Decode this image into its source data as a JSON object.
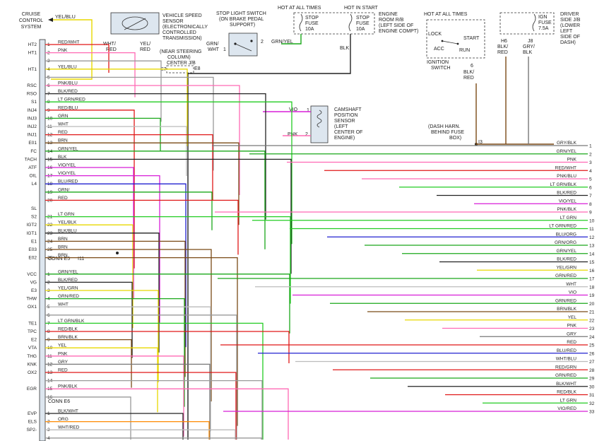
{
  "ecm": {
    "top_label": [
      "CRUISE",
      "CONTROL",
      "SYSTEM"
    ],
    "top_wire": "YEL/BLU",
    "connectors": [
      "CONN E5",
      "CONN E6"
    ],
    "rows": [
      {
        "label": "HT2",
        "pin": "1",
        "wire": "RED/WHT"
      },
      {
        "label": "HT1",
        "pin": "2",
        "wire": "PNK"
      },
      {
        "label": "",
        "pin": "3",
        "wire": ""
      },
      {
        "label": "HT1",
        "pin": "4",
        "wire": "YEL/BLU"
      },
      {
        "label": "",
        "pin": "5",
        "wire": ""
      },
      {
        "label": "RSC",
        "pin": "6",
        "wire": "PNK/BLU"
      },
      {
        "label": "RSO",
        "pin": "7",
        "wire": "BLK/RED"
      },
      {
        "label": "S1",
        "pin": "8",
        "wire": "LT GRN/RED"
      },
      {
        "label": "INJ4",
        "pin": "9",
        "wire": "RED/BLU"
      },
      {
        "label": "INJ3",
        "pin": "10",
        "wire": "GRN"
      },
      {
        "label": "INJ2",
        "pin": "11",
        "wire": "WHT"
      },
      {
        "label": "INJ1",
        "pin": "12",
        "wire": "RED"
      },
      {
        "label": "E01",
        "pin": "13",
        "wire": "BRN"
      },
      {
        "label": "FC",
        "pin": "14",
        "wire": "GRN/YEL"
      },
      {
        "label": "TACH",
        "pin": "15",
        "wire": "BLK"
      },
      {
        "label": "ATF",
        "pin": "16",
        "wire": "VIO/YEL"
      },
      {
        "label": "OIL",
        "pin": "17",
        "wire": "VIO/YEL"
      },
      {
        "label": "L4",
        "pin": "18",
        "wire": "BLU/RED"
      },
      {
        "label": "",
        "pin": "19",
        "wire": "GRN/"
      },
      {
        "label": "",
        "pin": "20",
        "wire": "RED"
      },
      {
        "label": "SL",
        "pin": "",
        "wire": ""
      },
      {
        "label": "S2",
        "pin": "21",
        "wire": "LT GRN"
      },
      {
        "label": "IGT2",
        "pin": "22",
        "wire": "YEL/BLK"
      },
      {
        "label": "IGT1",
        "pin": "23",
        "wire": "BLK/BLU"
      },
      {
        "label": "E1",
        "pin": "24",
        "wire": "BRN"
      },
      {
        "label": "E03",
        "pin": "25",
        "wire": "BRN"
      },
      {
        "label": "E02",
        "pin": "26",
        "wire": "BRN"
      },
      {
        "label": "",
        "pin": "",
        "wire": ""
      },
      {
        "label": "VCC",
        "pin": "1",
        "wire": "GRN/YEL"
      },
      {
        "label": "VG",
        "pin": "2",
        "wire": "BLK/RED"
      },
      {
        "label": "E3",
        "pin": "3",
        "wire": "YEL/GRN"
      },
      {
        "label": "THW",
        "pin": "4",
        "wire": "GRN/RED"
      },
      {
        "label": "OX1",
        "pin": "5",
        "wire": "WHT"
      },
      {
        "label": "",
        "pin": "6",
        "wire": ""
      },
      {
        "label": "TE1",
        "pin": "7",
        "wire": "LT GRN/BLK"
      },
      {
        "label": "TPC",
        "pin": "8",
        "wire": "RED/BLK"
      },
      {
        "label": "E2",
        "pin": "9",
        "wire": "BRN/BLK"
      },
      {
        "label": "VTA",
        "pin": "10",
        "wire": "YEL"
      },
      {
        "label": "THG",
        "pin": "11",
        "wire": "PNK"
      },
      {
        "label": "KNK",
        "pin": "12",
        "wire": "GRY"
      },
      {
        "label": "OX2",
        "pin": "13",
        "wire": "RED"
      },
      {
        "label": "",
        "pin": "14",
        "wire": ""
      },
      {
        "label": "EGR",
        "pin": "15",
        "wire": "PNK/BLK"
      },
      {
        "label": "",
        "pin": "16",
        "wire": ""
      },
      {
        "label": "",
        "pin": "",
        "wire": ""
      },
      {
        "label": "EVP",
        "pin": "1",
        "wire": "BLK/WHT"
      },
      {
        "label": "ELS",
        "pin": "2",
        "wire": "ORG"
      },
      {
        "label": "SP2-",
        "pin": "3",
        "wire": "WHT/RED"
      },
      {
        "label": "",
        "pin": "4",
        "wire": ""
      }
    ]
  },
  "components": {
    "vss": {
      "label": [
        "VEHICLE SPEED",
        "SENSOR",
        "(ELECTRONICALLY",
        "CONTROLLED",
        "TRANSMISSION)"
      ],
      "wire_left": [
        "WHT/",
        "RED"
      ],
      "wire_right": [
        "YEL/",
        "RED"
      ]
    },
    "stop_switch": {
      "label": [
        "STOP LIGHT SWITCH",
        "(ON BRAKE PEDAL",
        "SUPPORT)"
      ],
      "wire_in": [
        "GRN/",
        "WHT"
      ],
      "wire_out": "GRN/YEL",
      "pin_in": "1",
      "pin_out": "2"
    },
    "center_jb": {
      "label": [
        "(NEAR STEERING",
        "COLUMN)",
        "CENTER J/B"
      ],
      "pins": [
        "E7",
        "E8"
      ]
    },
    "engine_rb": {
      "hot_all": "HOT AT ALL TIMES",
      "hot_start": "HOT IN START",
      "fuse1": [
        "STOP",
        "FUSE",
        "10A"
      ],
      "fuse2": [
        "STOP",
        "FUSE",
        "10A"
      ],
      "label": [
        "ENGINE",
        "ROOM R/B",
        "(LEFT SIDE OF",
        "ENGINE COMPT)"
      ],
      "wire": "BLK"
    },
    "ignition": {
      "hot": "HOT AT ALL TIMES",
      "positions": [
        "LOCK",
        "START",
        "ACC",
        "RUN"
      ],
      "label": [
        "IGNITION",
        "SWITCH"
      ],
      "pin": "6",
      "wire": [
        "BLK/",
        "RED"
      ]
    },
    "driver_jb": {
      "fuse": [
        "IGN",
        "FUSE",
        "7.5A"
      ],
      "label": [
        "DRIVER",
        "SIDE J/B",
        "(LOWER",
        "LEFT",
        "SIDE OF",
        "DASH)"
      ],
      "pins": [
        "H6",
        "J8"
      ],
      "wires": [
        [
          "BLK/",
          "RED"
        ],
        [
          "GRY/",
          "BLK"
        ]
      ]
    },
    "cam_sensor": {
      "label": [
        "CAMSHAFT",
        "POSITION",
        "SENSOR",
        "(LEFT",
        "CENTER OF",
        "ENGINE)"
      ],
      "wires": [
        "VIO",
        "PNK"
      ],
      "pins": [
        "1",
        "2"
      ]
    },
    "dash_harness": {
      "label": [
        "(DASH HARN.",
        "BEHIND FUSE",
        "BOX)"
      ],
      "pin": "I3"
    },
    "conn_i11": "I11"
  },
  "right_wires": [
    {
      "label": "GRY/BLK",
      "num": "1"
    },
    {
      "label": "GRN/YEL",
      "num": "2"
    },
    {
      "label": "PNK",
      "num": "3"
    },
    {
      "label": "RED/WHT",
      "num": "4"
    },
    {
      "label": "PNK/BLU",
      "num": "5"
    },
    {
      "label": "LT GRN/BLK",
      "num": "6"
    },
    {
      "label": "BLK/RED",
      "num": "7"
    },
    {
      "label": "VIO/YEL",
      "num": "8"
    },
    {
      "label": "PNK/BLK",
      "num": "9"
    },
    {
      "label": "LT GRN",
      "num": "10"
    },
    {
      "label": "LT GRN/RED",
      "num": "11"
    },
    {
      "label": "BLU/ORG",
      "num": "12"
    },
    {
      "label": "GRN/ORG",
      "num": "13"
    },
    {
      "label": "GRN/YEL",
      "num": "14"
    },
    {
      "label": "BLK/RED",
      "num": "15"
    },
    {
      "label": "YEL/GRN",
      "num": "16"
    },
    {
      "label": "GRN/RED",
      "num": "17"
    },
    {
      "label": "WHT",
      "num": "18"
    },
    {
      "label": "VIO",
      "num": "19"
    },
    {
      "label": "GRN/RED",
      "num": "20"
    },
    {
      "label": "BRN/BLK",
      "num": "21"
    },
    {
      "label": "YEL",
      "num": "22"
    },
    {
      "label": "PNK",
      "num": "23"
    },
    {
      "label": "GRY",
      "num": "24"
    },
    {
      "label": "RED",
      "num": "25"
    },
    {
      "label": "BLU/RED",
      "num": "26"
    },
    {
      "label": "WHT/BLU",
      "num": "27"
    },
    {
      "label": "RED/GRN",
      "num": "28"
    },
    {
      "label": "GRN/RED",
      "num": "29"
    },
    {
      "label": "BLK/WHT",
      "num": "30"
    },
    {
      "label": "RED/BLK",
      "num": "31"
    },
    {
      "label": "LT GRN",
      "num": "32"
    },
    {
      "label": "VIO/RED",
      "num": "33"
    }
  ],
  "colors": {
    "RED": "#e01818",
    "PNK": "#ff69b4",
    "YEL": "#e8d800",
    "GRN": "#1aa81a",
    "LTGRN": "#22cc22",
    "BLK": "#222222",
    "BRN": "#7a4a16",
    "VIO": "#d81ed8",
    "BLU": "#2020d0",
    "WHT": "#bbbbbb",
    "ORG": "#ff8a00",
    "GRY": "#777777"
  }
}
